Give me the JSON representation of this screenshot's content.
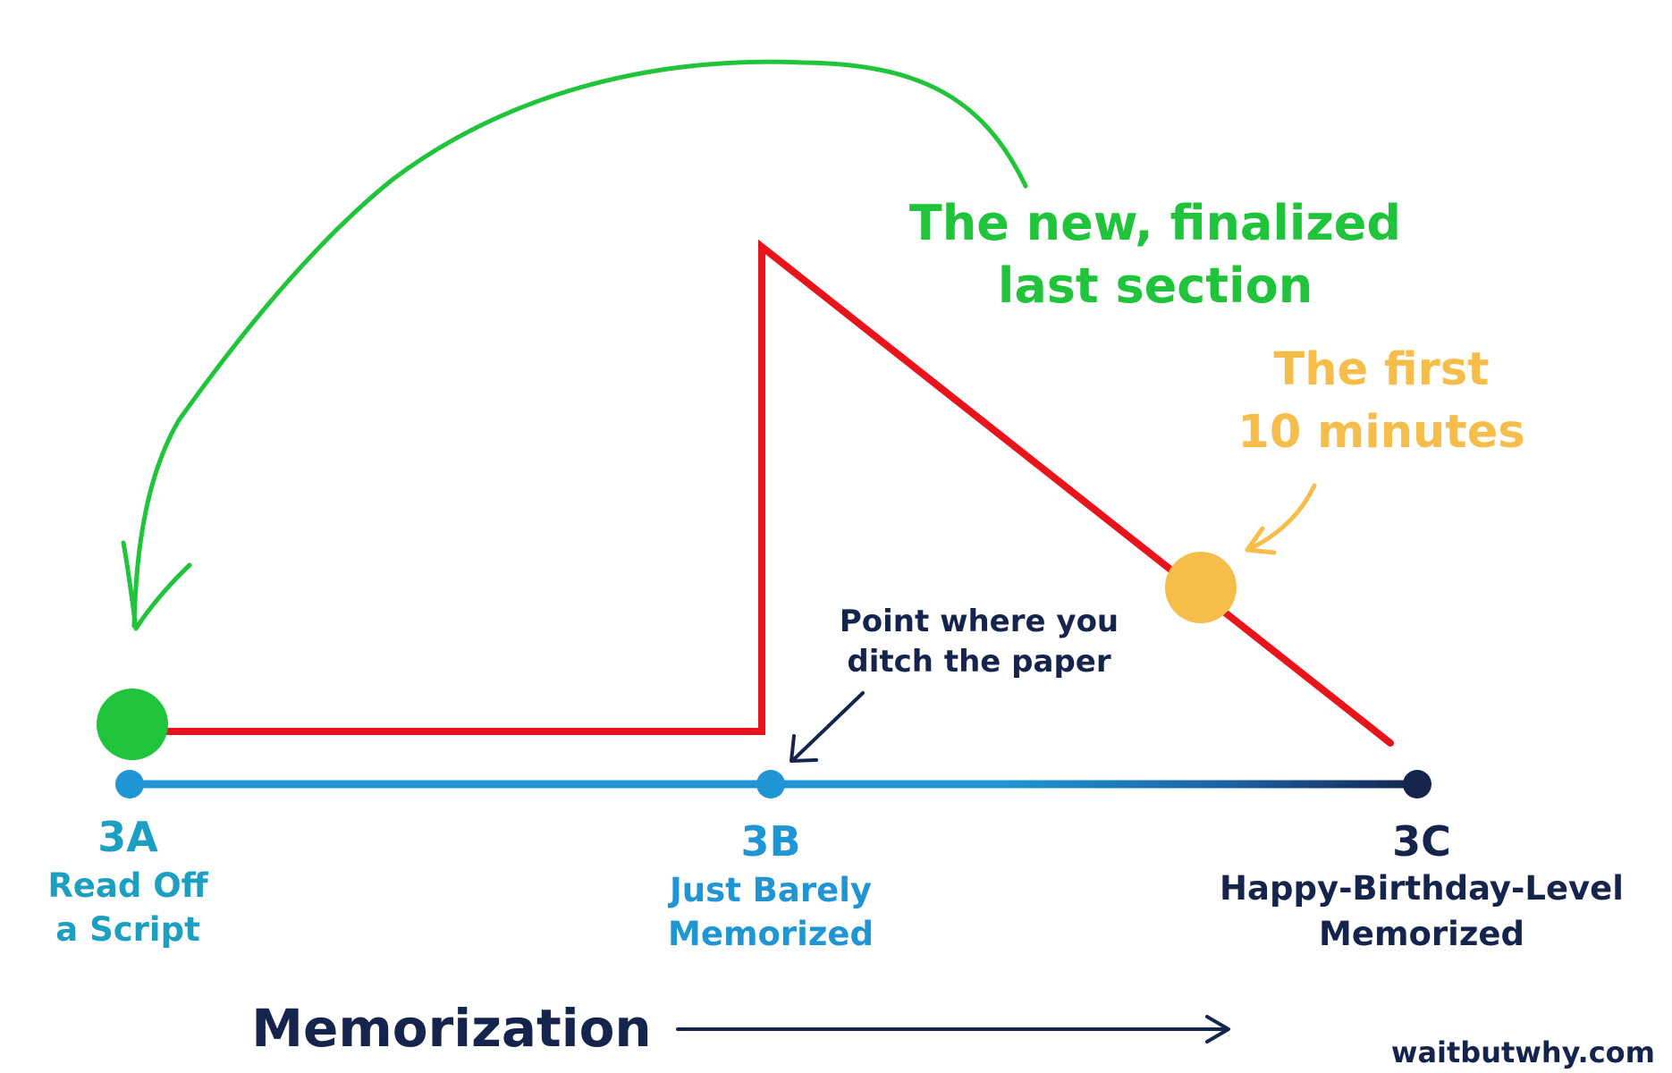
{
  "colors": {
    "background": "#ffffff",
    "green": "#1fc43a",
    "red": "#e8131b",
    "blue": "#1f95d4",
    "teal": "#1c9fc1",
    "navy": "#14244d",
    "orange": "#f6bd4b"
  },
  "annotations": {
    "new_section_line1": "The new, finalized",
    "new_section_line2": "last section",
    "first_minutes_line1": "The first",
    "first_minutes_line2": "10 minutes",
    "ditch_line1": "Point where you",
    "ditch_line2": "ditch the paper"
  },
  "stages": [
    {
      "code": "3A",
      "line1": "Read Off",
      "line2": "a Script"
    },
    {
      "code": "3B",
      "line1": "Just Barely",
      "line2": "Memorized"
    },
    {
      "code": "3C",
      "line1": "Happy-Birthday-Level",
      "line2": "Memorized"
    }
  ],
  "axis": {
    "label": "Memorization"
  },
  "credit": "waitbutwhy.com"
}
